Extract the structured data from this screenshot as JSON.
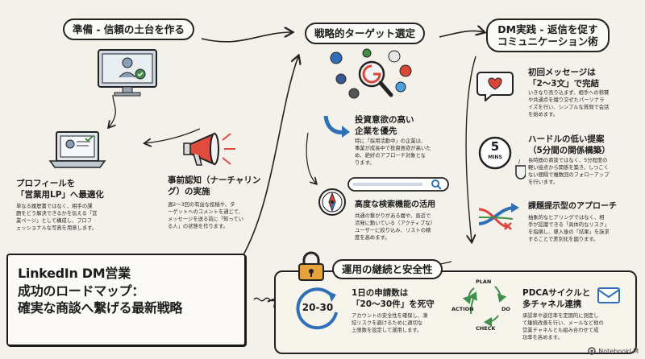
{
  "section1": {
    "header": "準備 - 信頼の土台を作る",
    "profile": {
      "title_line1": "プロフィールを",
      "title_line2": "「営業用LP」へ最適化",
      "body": [
        "単なる履歴書ではなく、相手の課",
        "題をどう解決できるかを伝える「営",
        "業ページ」として構成し、プロフ",
        "ェッショナルな写真を用意します。"
      ]
    },
    "warmup": {
      "title_line1": "事前認知（ナーチャリン",
      "title_line2": "グ）の実施",
      "body": [
        "週2〜3回の有益な投稿や、タ",
        "ーゲットへのコメントを通じて、",
        "メッセージを送る前に「知ってい",
        "る人」の状態を作ります。"
      ]
    }
  },
  "section2": {
    "header": "戦略的ターゲット選定",
    "intent": {
      "title_line1": "投資意欲の高い",
      "title_line2": "企業を優先",
      "body": [
        "特に「採用活動中」の企業は、",
        "事業が成長中で投資意欲が高いた",
        "め、絶好のアプローチ対象とな",
        "ります。"
      ]
    },
    "search": {
      "title": "高度な検索機能の活用",
      "body": [
        "共通の繋がりがある層や、直近で",
        "活発に動いている（アクティブな）",
        "ユーザーに絞り込み、リストの精",
        "度を高めます。"
      ]
    }
  },
  "section3": {
    "header_line1": "DM実践 - 返信を促す",
    "header_line2": "コミュニケーション術",
    "first": {
      "title_line1": "初回メッセージは",
      "title_line2": "「2〜3文」で完結",
      "body": [
        "いきなり売り込まず、相手への称賛",
        "や共通点を織り交ぜたパーソナラ",
        "イズを行い、シンプルな質問で会話",
        "を始めます。"
      ]
    },
    "casual": {
      "title_line1": "ハードルの低い提案",
      "title_line2": "（5分間の関係構築）",
      "timer_num": "5",
      "timer_unit": "MINS",
      "body": [
        "長時間の商談ではなく、5分程度の",
        "軽い接点から関係を築き、しつこく",
        "ない間隔で複数回のフォローアップ",
        "を行います。"
      ]
    },
    "problem": {
      "title": "課題提示型のアプローチ",
      "body": [
        "抽象的なヒアリングではなく、相",
        "手が認識できる「具体的なリスク」",
        "を指摘し、導入後の「結果」を訴求",
        "することで差別化を図ります。"
      ]
    }
  },
  "section4": {
    "header": "運用の継続と安全性",
    "limit": {
      "badge": "20-30",
      "title_line1": "1日の申請数は",
      "title_line2": "「20〜30件」を死守",
      "body": [
        "アカウントの安全性を確保し、凍",
        "結リスクを避けるために適切な",
        "上限数を設定して運用します。"
      ]
    },
    "pdca": {
      "plan": "PLAN",
      "do": "DO",
      "check": "CHECK",
      "action": "ACTION",
      "title_line1": "PDCAサイクルと",
      "title_line2": "多チャネル連携",
      "body": [
        "承認率や返信率を定期的に測定し",
        "て継続改善を行い、メールなど他の",
        "営業チャネルとも組み合わせて成",
        "功率を高めます。"
      ]
    }
  },
  "main_title": {
    "line1": "LinkedIn DM営業",
    "line2": "成功のロードマップ：",
    "line3": "確実な商談へ繋げる最新戦略"
  },
  "brand": "NotebookLM",
  "colors": {
    "red": "#d9473a",
    "blue": "#2f6fb8",
    "orange": "#e8a23a",
    "green": "#3f8f4a"
  }
}
